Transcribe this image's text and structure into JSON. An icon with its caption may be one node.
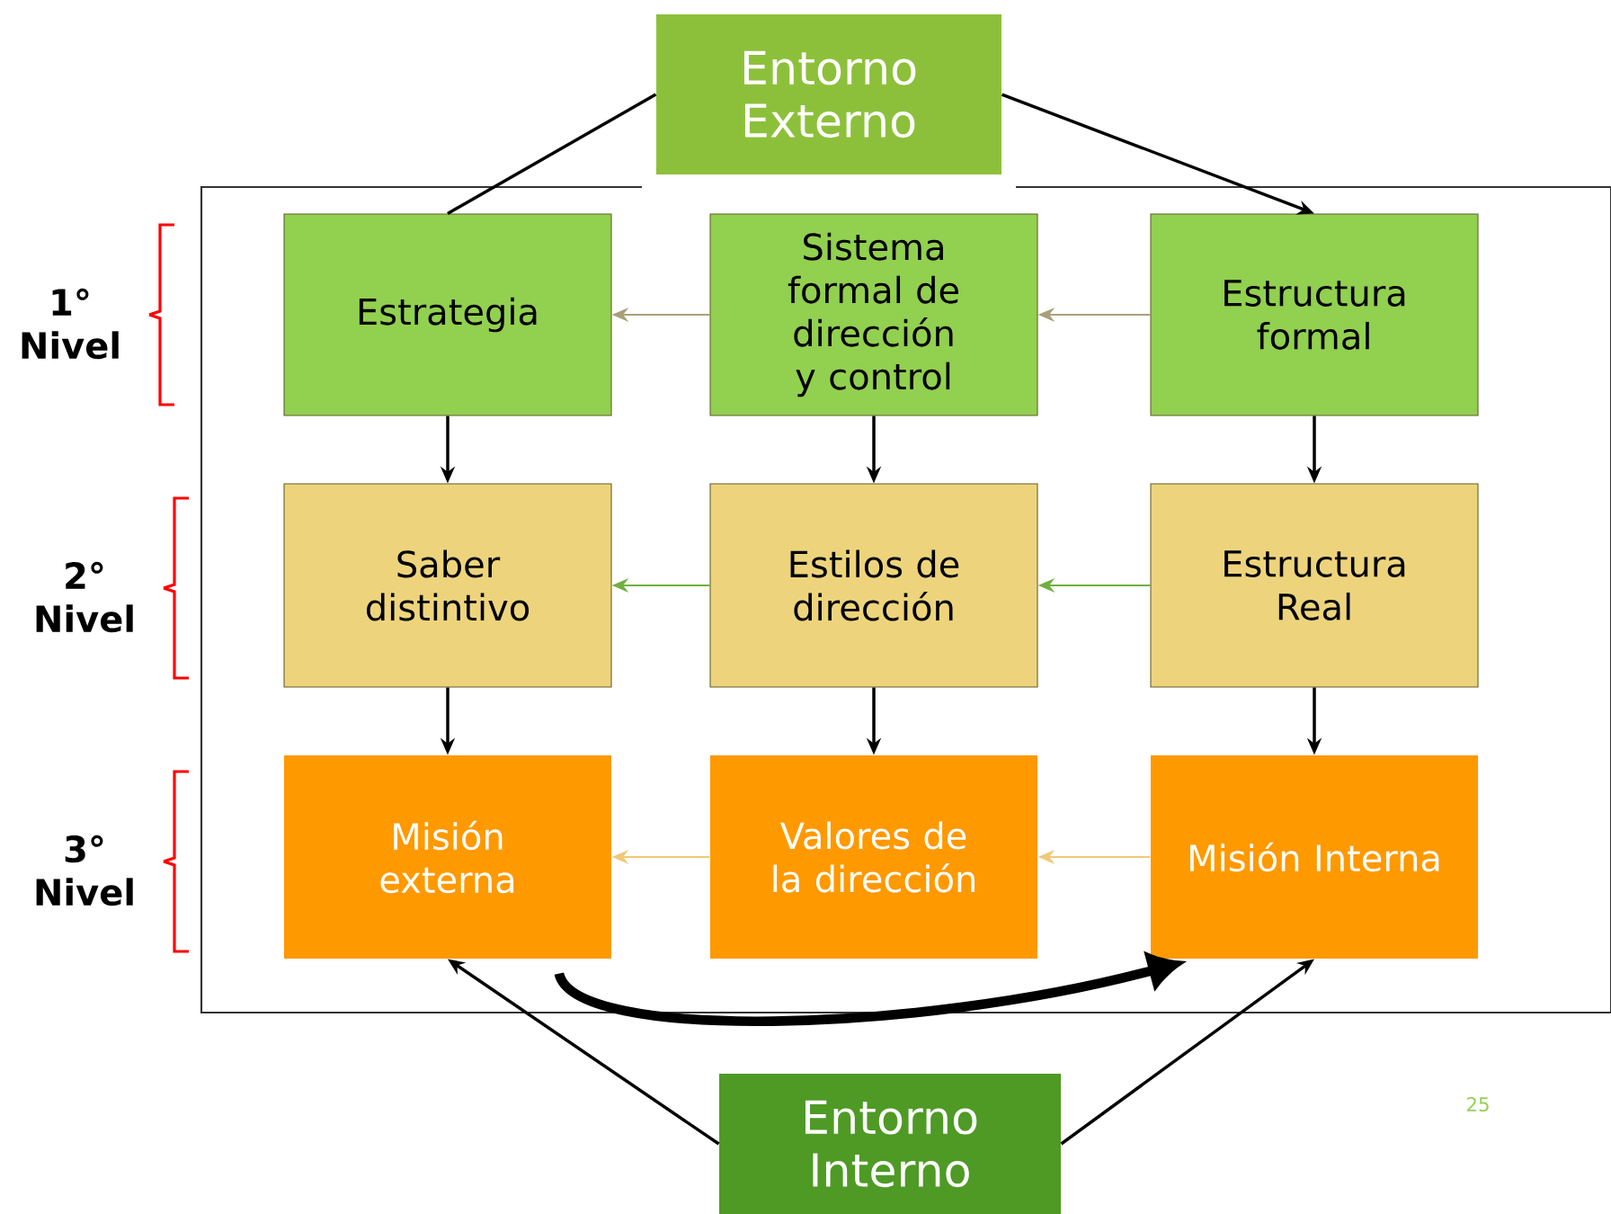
{
  "diagram": {
    "nodes": [
      {
        "text": [
          "Entorno Externo"
        ]
      },
      {
        "text": [
          "Estrategia"
        ]
      },
      {
        "text": [
          "Sistema formal de dirección y control"
        ]
      },
      {
        "text": [
          "Estructura formal"
        ]
      },
      {
        "text": [
          "Saber distintivo"
        ]
      },
      {
        "text": [
          "Estilos de dirección"
        ]
      },
      {
        "text": [
          "Estructura Real"
        ]
      },
      {
        "text": [
          "Misión externa"
        ]
      },
      {
        "text": [
          "Valores de la dirección"
        ]
      },
      {
        "text": [
          "Misión Interna"
        ]
      },
      {
        "text": [
          "Entorno Interno"
        ]
      }
    ],
    "edges": [
      {
        "from": 0,
        "to": 1,
        "arrow": "none"
      },
      {
        "from": 0,
        "to": 3,
        "arrow": "to"
      },
      {
        "from": 2,
        "to": 1,
        "arrow": "to",
        "color": "#a8a07a"
      },
      {
        "from": 3,
        "to": 2,
        "arrow": "to",
        "color": "#a8a07a"
      },
      {
        "from": 1,
        "to": 4,
        "arrow": "to"
      },
      {
        "from": 2,
        "to": 5,
        "arrow": "to"
      },
      {
        "from": 3,
        "to": 6,
        "arrow": "to"
      },
      {
        "from": 5,
        "to": 4,
        "arrow": "to",
        "color": "#70b040"
      },
      {
        "from": 6,
        "to": 5,
        "arrow": "to",
        "color": "#70b040"
      },
      {
        "from": 4,
        "to": 7,
        "arrow": "to"
      },
      {
        "from": 5,
        "to": 8,
        "arrow": "to"
      },
      {
        "from": 6,
        "to": 9,
        "arrow": "to"
      },
      {
        "from": 8,
        "to": 7,
        "arrow": "to",
        "color": "#f0c878"
      },
      {
        "from": 9,
        "to": 8,
        "arrow": "to",
        "color": "#f0c878"
      },
      {
        "from": 10,
        "to": 7,
        "arrow": "to"
      },
      {
        "from": 10,
        "to": 9,
        "arrow": "to"
      },
      {
        "from": 7,
        "to": 9,
        "arrow": "to",
        "style": "thick"
      }
    ],
    "labels": [
      "1° Nivel",
      "2° Nivel",
      "3° Nivel",
      "25"
    ]
  }
}
